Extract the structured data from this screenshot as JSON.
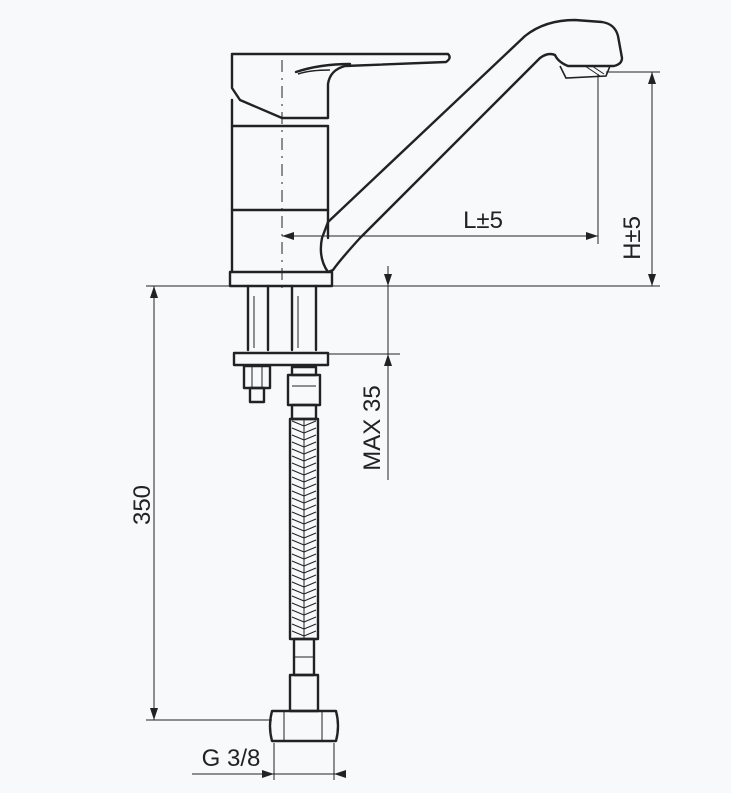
{
  "drawing": {
    "subject": "faucet-technical-drawing",
    "colors": {
      "line": "#222222",
      "background": "#f8f9fb"
    },
    "dimensions": {
      "reach": "L±5",
      "height": "H±5",
      "mounting_depth": "MAX 35",
      "hose_length": "350",
      "thread": "G 3/8"
    }
  }
}
